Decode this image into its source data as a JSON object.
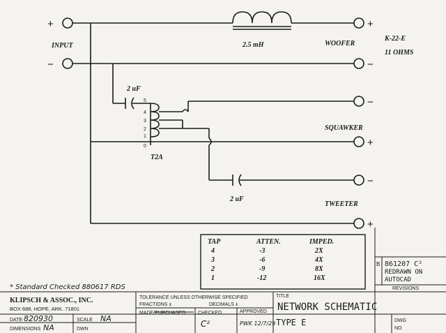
{
  "schematic": {
    "input_plus": "+",
    "input_minus": "−",
    "input_label": "INPUT",
    "inductor_label": "2.5 mH",
    "woofer_label": "WOOFER",
    "woofer_plus": "+",
    "woofer_minus": "−",
    "model_label": "K-22-E",
    "impedance_label": "11 OHMS",
    "cap1_label": "2 uF",
    "cap2_label": "2 uF",
    "transformer_label": "T2A",
    "taps": [
      "5",
      "4",
      "3",
      "2",
      "1",
      "0"
    ],
    "squawker_label": "SQUAWKER",
    "squawker_plus": "+",
    "squawker_minus": "−",
    "tweeter_label": "TWEETER",
    "tweeter_plus": "+",
    "tweeter_minus": "−"
  },
  "tap_table": {
    "headers": [
      "TAP",
      "ATTEN.",
      "IMPED."
    ],
    "rows": [
      [
        "4",
        "-3",
        "2X"
      ],
      [
        "3",
        "-6",
        "4X"
      ],
      [
        "2",
        "-9",
        "8X"
      ],
      [
        "1",
        "-12",
        "16X"
      ]
    ]
  },
  "revisions": {
    "rev_letter": "B",
    "rev_line1": "861207 C²",
    "rev_line2": "REDRAWN ON",
    "rev_line3": "AUTOCAD",
    "label": "REVISIONS"
  },
  "title_block": {
    "handwritten_note": "* Standard Checked 880617 RDS",
    "company": "KLIPSCH & ASSOC., INC.",
    "address": "BOX 688, HOPE, ARK. 71801",
    "date_label": "DATE",
    "date_value": "820930",
    "scale_label": "SCALE",
    "scale_value": "NA",
    "dimensions_label": "DIMENSIONS",
    "dimensions_value": "NA",
    "dwn_label": "DWN",
    "tolerance_line1": "TOLERANCE UNLESS OTHERWISE SPECIFIED",
    "fractions_label": "FRACTIONS ±",
    "decimals_label": "DECIMALS ±",
    "made_label": "MADE/PURCHASED",
    "checked_label": "CHECKED",
    "checked_value": "C²",
    "approved_label": "APPROVED",
    "approved_value": "PWK 12/7/29",
    "title_label": "TITLE",
    "title_value": "NETWORK SCHEMATIC",
    "type_value": "TYPE E",
    "dwg_label": "DWG",
    "no_label": "NO"
  }
}
